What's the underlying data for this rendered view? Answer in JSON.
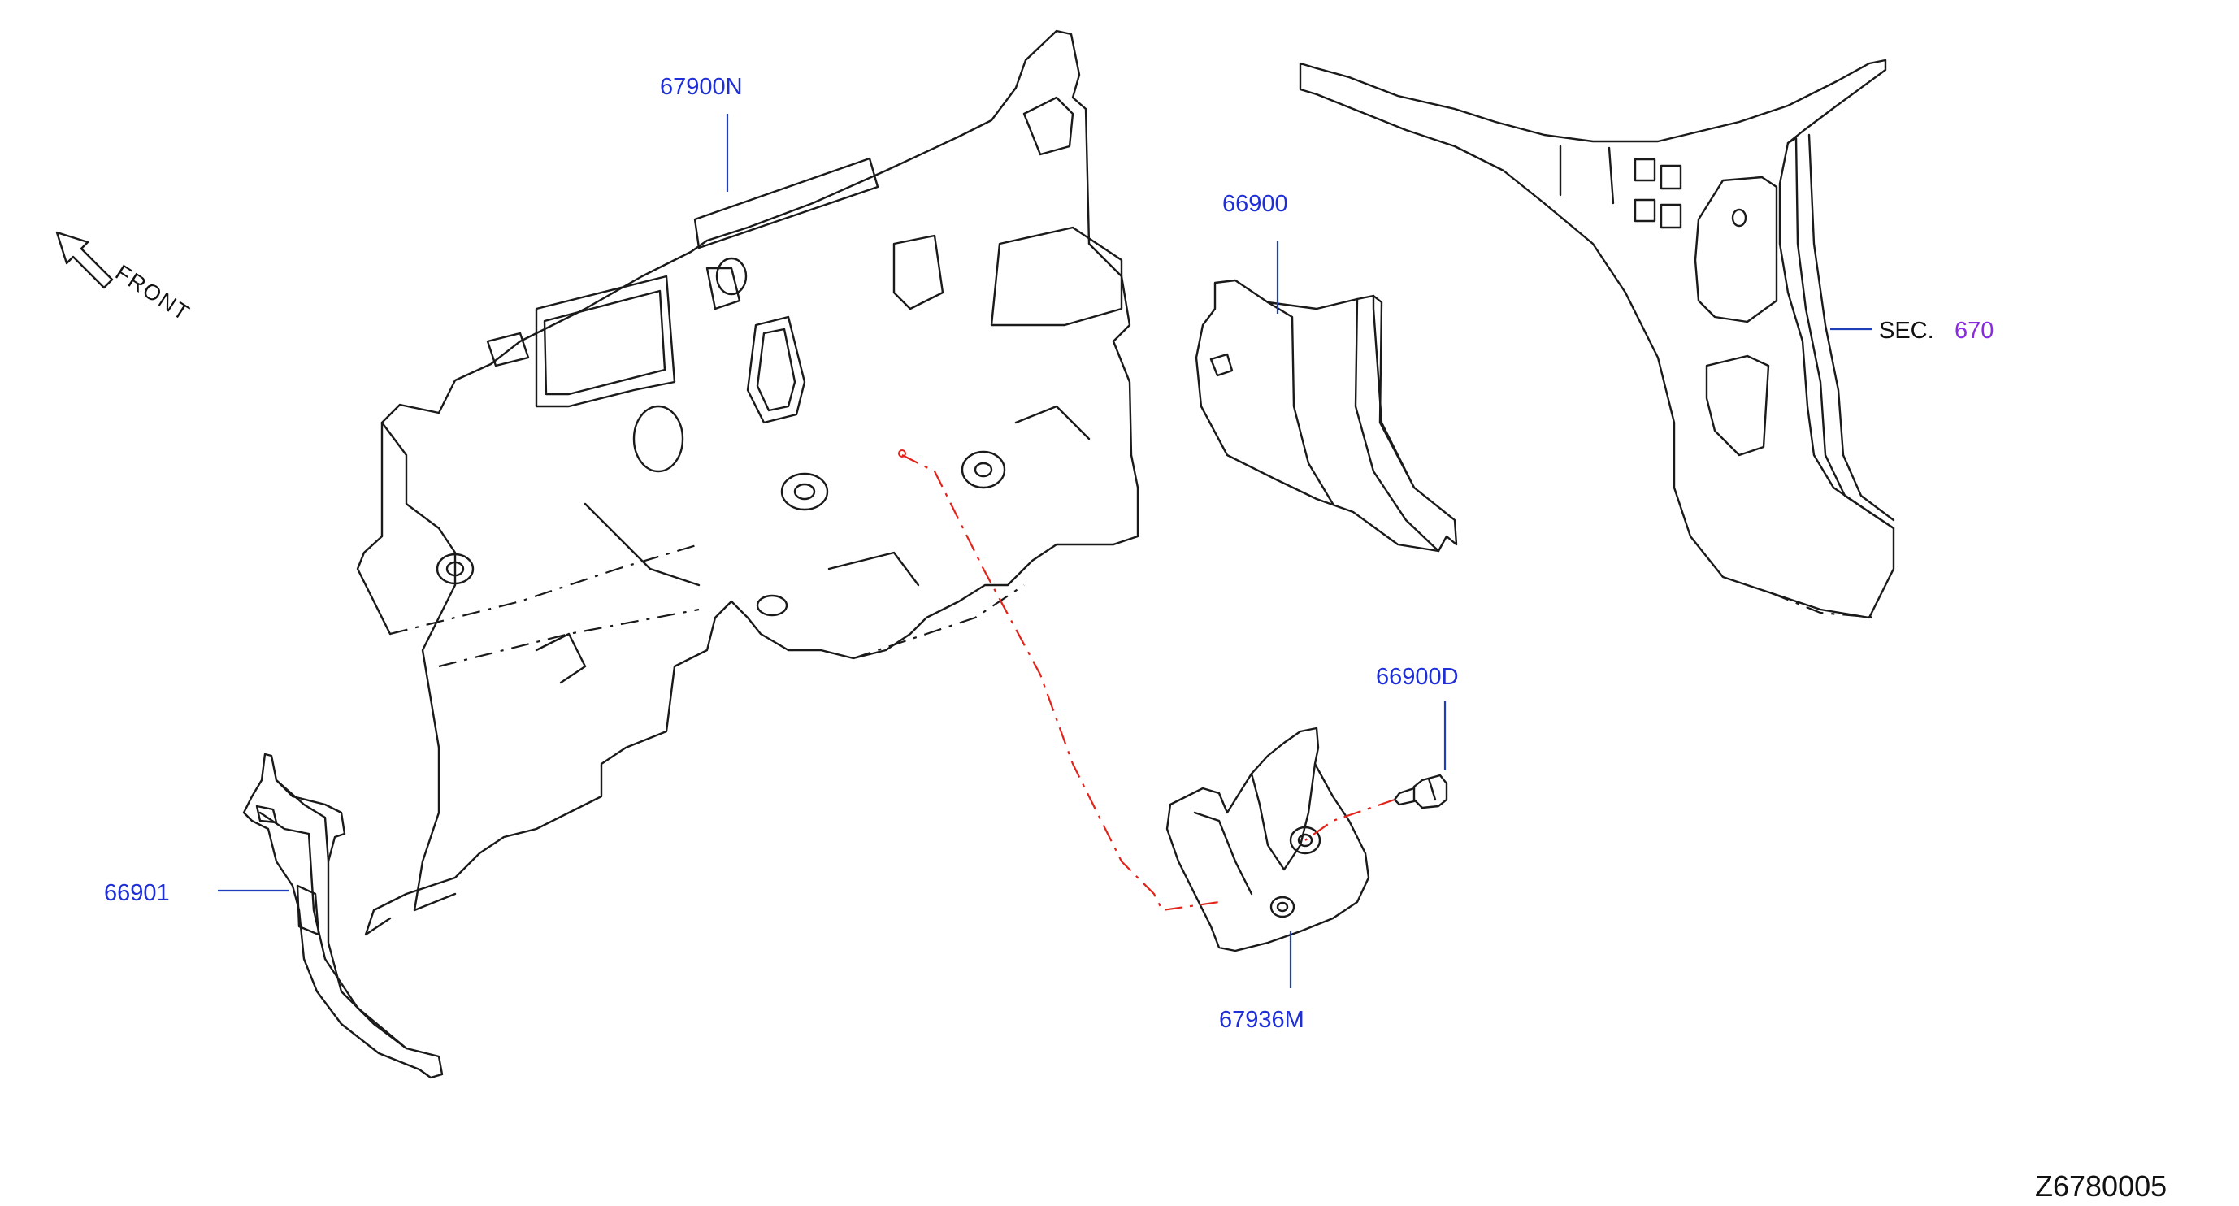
{
  "orientation": {
    "label": "FRONT",
    "icon": "arrow-up-left-icon"
  },
  "callouts": {
    "p67900N": "67900N",
    "p66900": "66900",
    "p66900D": "66900D",
    "p66901": "66901",
    "p67936M": "67936M",
    "section_prefix": "SEC.",
    "section_number": "670"
  },
  "drawing_id": "Z6780005",
  "colors": {
    "callout_text": "#1f2fd6",
    "section_ref": "#8a2be2",
    "assembly_line": "#e2231a",
    "outline": "#1a1a1a"
  }
}
